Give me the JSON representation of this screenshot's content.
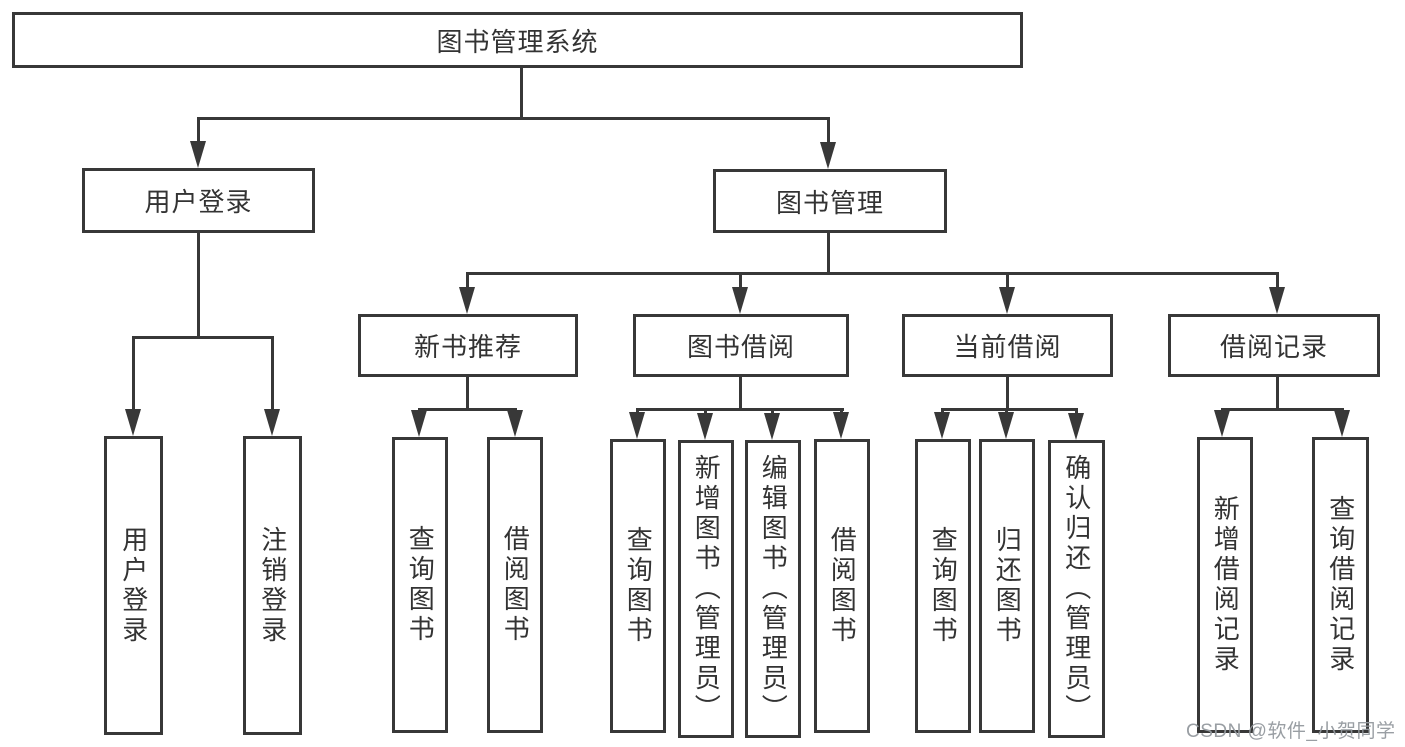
{
  "diagram_title": "图书管理系统",
  "tree": {
    "label": "图书管理系统",
    "children": [
      {
        "label": "用户登录",
        "children": [
          {
            "label": "用户登录"
          },
          {
            "label": "注销登录"
          }
        ]
      },
      {
        "label": "图书管理",
        "children": [
          {
            "label": "新书推荐",
            "children": [
              {
                "label": "查询图书"
              },
              {
                "label": "借阅图书"
              }
            ]
          },
          {
            "label": "图书借阅",
            "children": [
              {
                "label": "查询图书"
              },
              {
                "label": "新增图书（管理员）"
              },
              {
                "label": "编辑图书（管理员）"
              },
              {
                "label": "借阅图书"
              }
            ]
          },
          {
            "label": "当前借阅",
            "children": [
              {
                "label": "查询图书"
              },
              {
                "label": "归还图书"
              },
              {
                "label": "确认归还（管理员）"
              }
            ]
          },
          {
            "label": "借阅记录",
            "children": [
              {
                "label": "新增借阅记录"
              },
              {
                "label": "查询借阅记录"
              }
            ]
          }
        ]
      }
    ]
  },
  "watermark": {
    "text": "CSDN @软件_小贺同学"
  },
  "colors": {
    "line": "#383838",
    "text": "#333333",
    "background": "#ffffff",
    "watermark": "#94999e"
  }
}
